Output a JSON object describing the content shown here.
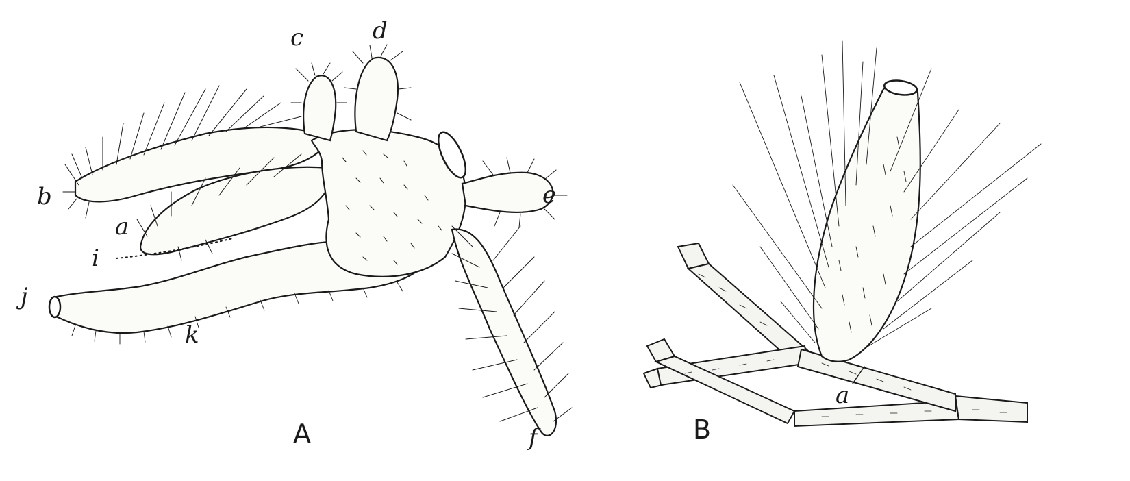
{
  "figure": {
    "panel_a": {
      "panel_label": "A",
      "labels": {
        "a": "a",
        "b": "b",
        "c": "c",
        "d": "d",
        "e": "e",
        "f": "f",
        "i": "i",
        "j": "j",
        "k": "k"
      }
    },
    "panel_b": {
      "panel_label": "B",
      "labels": {
        "a": "a"
      }
    }
  },
  "colors": {
    "ink": "#1a1a1a",
    "paper": "#ffffff"
  }
}
